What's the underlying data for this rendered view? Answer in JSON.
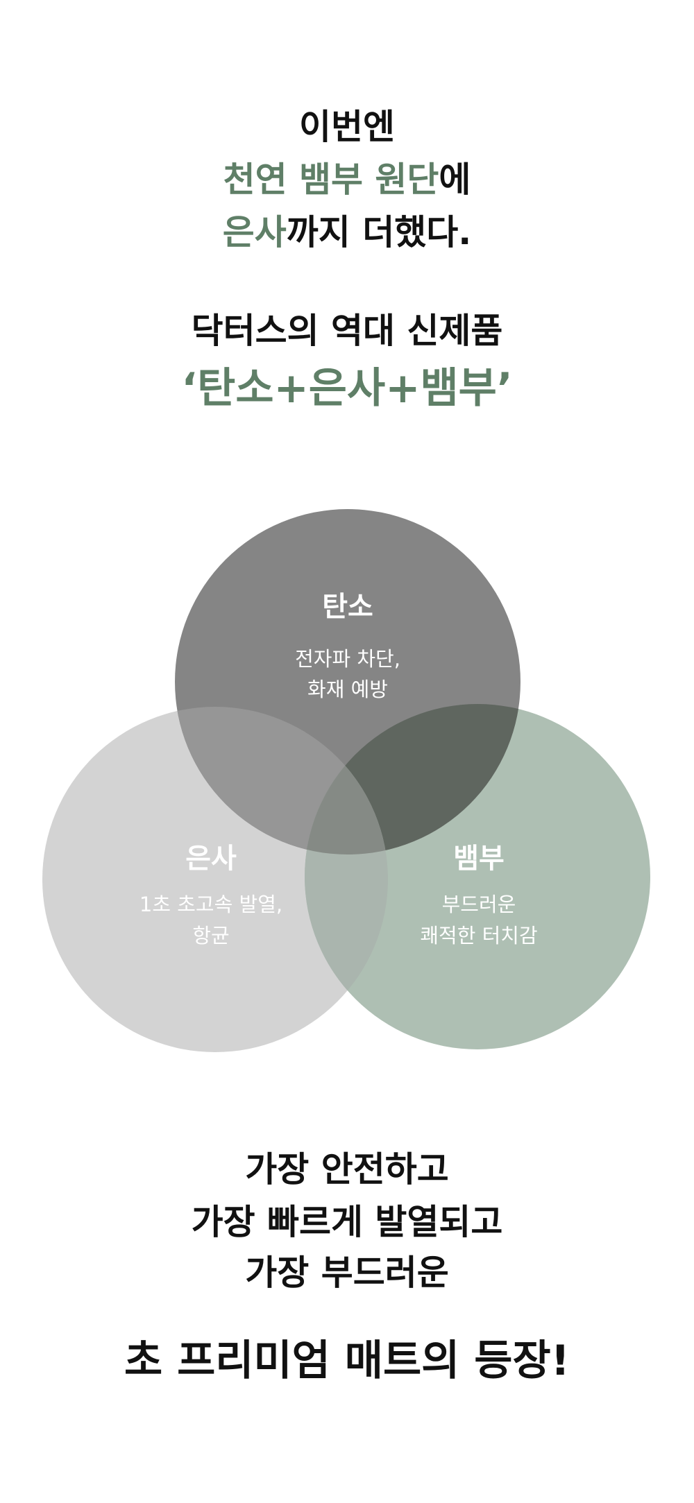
{
  "headline": {
    "line1": "이번엔",
    "line2_green": "천연 뱀부 원단",
    "line2_black": "에",
    "line3_green": "은사",
    "line3_black": "까지 더했다."
  },
  "subheadline": {
    "line1": "닥터스의 역대 신제품",
    "line2": "‘탄소+은사+뱀부’"
  },
  "venn": {
    "carbon": {
      "title": "탄소",
      "desc1": "전자파 차단,",
      "desc2": "화재 예방",
      "color": "#858585"
    },
    "silver": {
      "title": "은사",
      "desc1": "1초 초고속 발열,",
      "desc2": "항균",
      "color": "#d3d3d3"
    },
    "bamboo": {
      "title": "뱀부",
      "desc1": "부드러운",
      "desc2": "쾌적한 터치감",
      "color": "#aebfb3"
    }
  },
  "closing": {
    "line1": "가장 안전하고",
    "line2": "가장 빠르게 발열되고",
    "line3": "가장 부드러운",
    "final": "초 프리미엄 매트의 등장!"
  },
  "colors": {
    "accent_green": "#5f7f67",
    "text": "#111111"
  }
}
